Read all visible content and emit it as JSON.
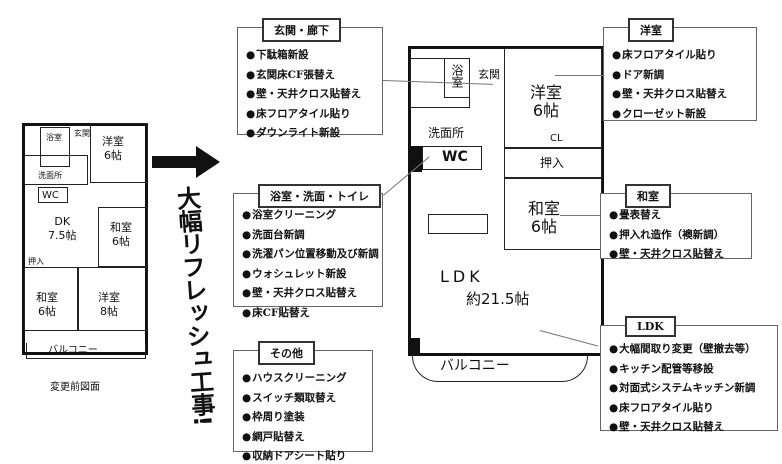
{
  "before_plan": {
    "caption": "変更前図面",
    "rooms": {
      "bath": "浴室",
      "entrance": "玄関",
      "western": "洋室",
      "western_size": "6帖",
      "washroom": "洗面所",
      "wc": "WC",
      "dk": "DK",
      "dk_size": "7.5帖",
      "japanese1": "和室",
      "japanese1_size": "6帖",
      "closet": "押入",
      "japanese2": "和室",
      "japanese2_size": "6帖",
      "western2": "洋室",
      "western2_size": "8帖",
      "balcony": "バルコニー"
    }
  },
  "headline": "大幅リフレッシュ工事!",
  "after_plan": {
    "rooms": {
      "bath": "浴室",
      "entrance": "玄関",
      "western": "洋室",
      "western_size": "6帖",
      "washroom": "洗面所",
      "cl": "CL",
      "wc": "WC",
      "closet": "押入",
      "japanese": "和室",
      "japanese_size": "6帖",
      "ldk": "LDK",
      "ldk_size": "約21.5帖",
      "balcony": "バルコニー"
    }
  },
  "boxes": {
    "entrance": {
      "title": "玄関・廊下",
      "items": [
        "下駄箱新設",
        "玄関床CF張替え",
        "壁・天井クロス貼替え",
        "床フロアタイル貼り",
        "ダウンライト新設"
      ]
    },
    "bath": {
      "title": "浴室・洗面・トイレ",
      "items": [
        "浴室クリーニング",
        "洗面台新調",
        "洗濯パン位置移動及び新調",
        "ウォシュレット新設",
        "壁・天井クロス貼替え",
        "床CF貼替え"
      ]
    },
    "other": {
      "title": "その他",
      "items": [
        "ハウスクリーニング",
        "スイッチ類取替え",
        "枠周り塗装",
        "網戸貼替え",
        "収納ドアシート貼り"
      ]
    },
    "western": {
      "title": "洋室",
      "items": [
        "床フロアタイル貼り",
        "ドア新調",
        "壁・天井クロス貼替え",
        "クローゼット新設"
      ]
    },
    "japanese": {
      "title": "和室",
      "items": [
        "畳表替え",
        "押入れ造作（襖新調）",
        "壁・天井クロス貼替え"
      ]
    },
    "ldk": {
      "title": "LDK",
      "items": [
        "大幅間取り変更（壁撤去等）",
        "キッチン配管等移設",
        "対面式システムキッチン新調",
        "床フロアタイル貼り",
        "壁・天井クロス貼替え"
      ]
    }
  }
}
